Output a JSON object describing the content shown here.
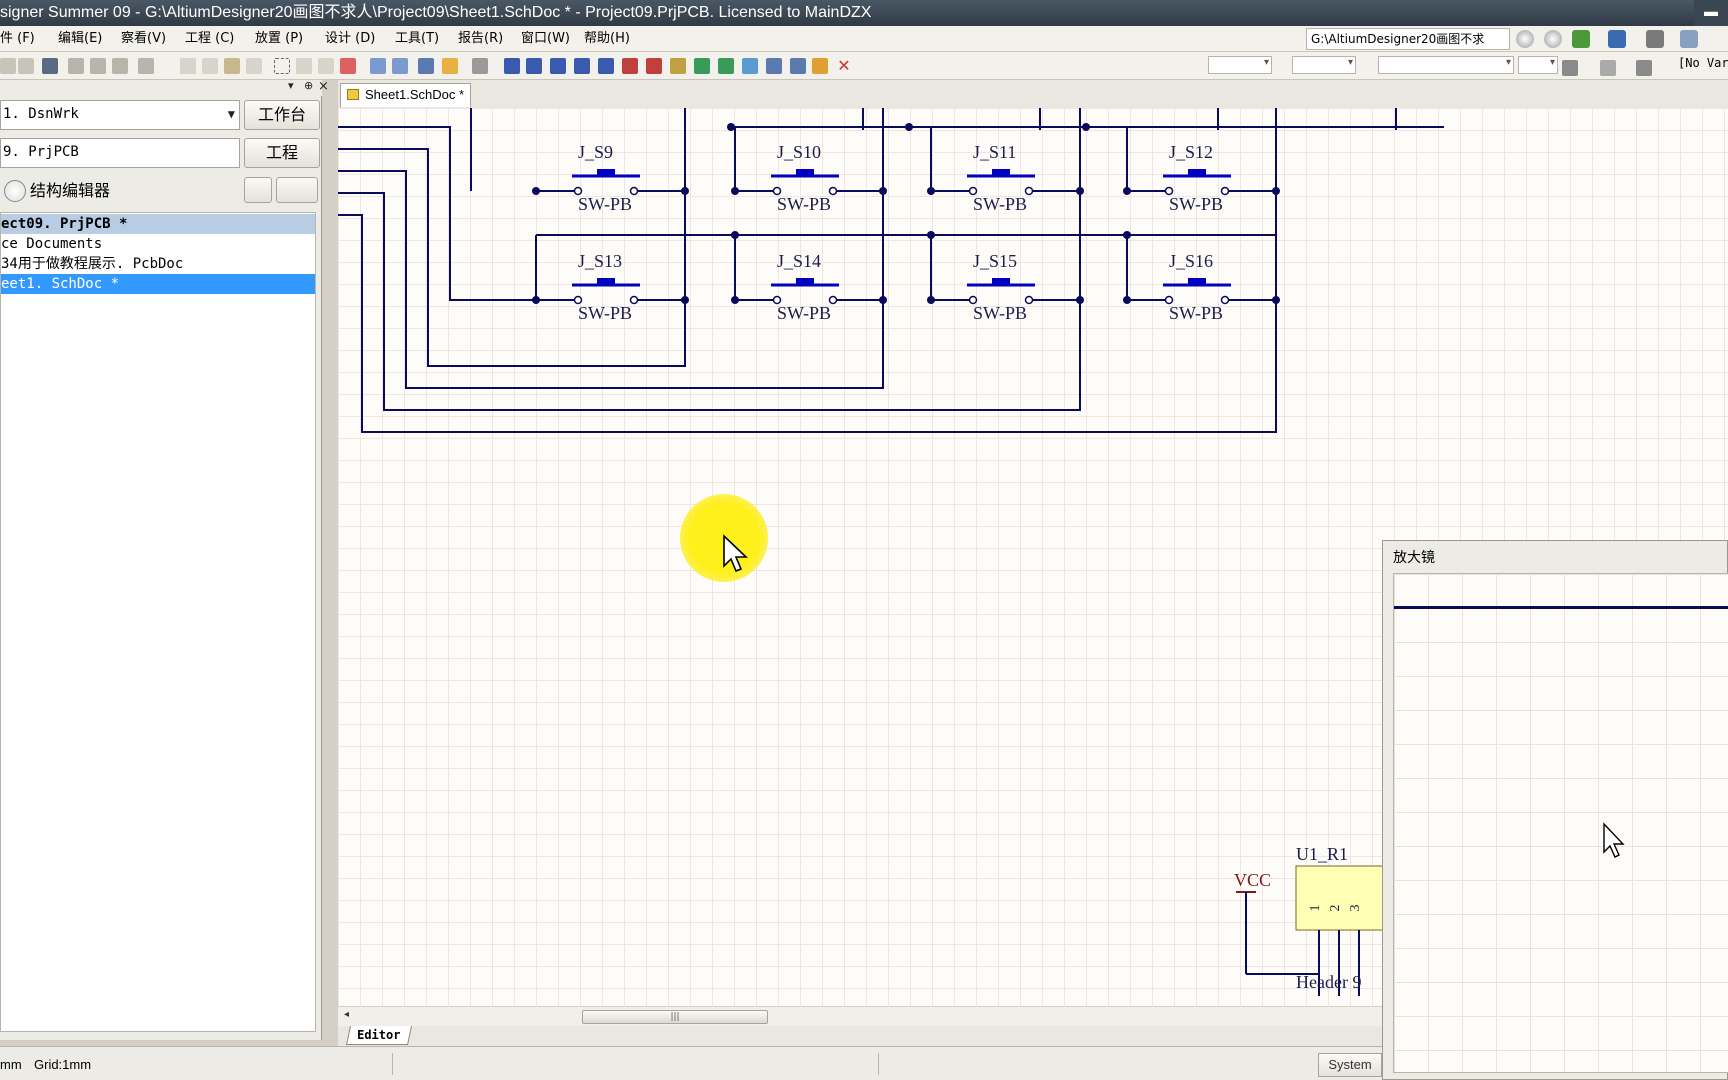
{
  "window": {
    "title": "signer Summer 09 - G:\\AltiumDesigner20画图不求人\\Project09\\Sheet1.SchDoc * - Project09.PrjPCB. Licensed to MainDZX",
    "minimize_glyph": "▬"
  },
  "menubar": {
    "items": [
      "件 (F)",
      "编辑(E)",
      "察看(V)",
      "工程 (C)",
      "放置 (P)",
      "设计 (D)",
      "工具(T)",
      "报告(R)",
      "窗口(W)",
      "帮助(H)"
    ],
    "path": "G:\\AltiumDesigner20画图不求"
  },
  "toolbar": {
    "no_variations": "[No Var"
  },
  "panel": {
    "workspace_value": "1. DsnWrk",
    "workspace_button": "工作台",
    "project_value": "9. PrjPCB",
    "project_button": "工程",
    "structure_editor": "结构编辑器",
    "tree": [
      "ect09. PrjPCB *",
      "ce Documents",
      "34用于做教程展示. PcbDoc",
      "eet1. SchDoc *"
    ]
  },
  "document": {
    "tab": "Sheet1.SchDoc *",
    "editor_tab": "Editor"
  },
  "schematic": {
    "switches": [
      {
        "designator": "J_S9",
        "comment": "SW-PB"
      },
      {
        "designator": "J_S10",
        "comment": "SW-PB"
      },
      {
        "designator": "J_S11",
        "comment": "SW-PB"
      },
      {
        "designator": "J_S12",
        "comment": "SW-PB"
      },
      {
        "designator": "J_S13",
        "comment": "SW-PB"
      },
      {
        "designator": "J_S14",
        "comment": "SW-PB"
      },
      {
        "designator": "J_S15",
        "comment": "SW-PB"
      },
      {
        "designator": "J_S16",
        "comment": "SW-PB"
      }
    ],
    "vcc_label": "VCC",
    "header_designator": "U1_R1",
    "header_comment": "Header 9",
    "header_pins": [
      "1",
      "2",
      "3"
    ]
  },
  "magnifier": {
    "title": "放大镜"
  },
  "statusbar": {
    "units": "mm",
    "grid": "Grid:1mm",
    "system_button": "System"
  },
  "colors": {
    "wire": "#0a0a5c",
    "switch_body": "#0000c0",
    "label": "#1c1c4a",
    "header_fill": "#ffffb4",
    "vcc": "#7a1a1a"
  }
}
